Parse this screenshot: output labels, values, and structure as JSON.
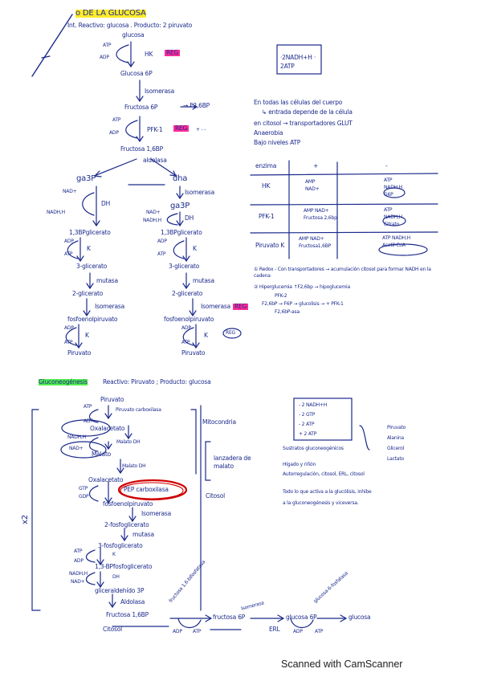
{
  "colors": {
    "ink": "#1b2a8c",
    "regulation_ink": "#d00000",
    "highlight_yellow": "#ffeb2a",
    "highlight_pink": "#ff2b9a",
    "highlight_green": "#52f04c"
  },
  "glycolysis": {
    "title": "o DE LA GLUCOSA",
    "summary": "Int. Reactivo: glucosa . Producto: 2 piruvato",
    "glucosa": "glucosa",
    "atp": "ATP",
    "adp": "ADP",
    "hk": "HK",
    "reg": "REG",
    "g6p": "Glucosa 6P",
    "isomerasa": "Isomerasa",
    "f6p": "Fructosa 6P",
    "f26bp_arrow": "→ F2,6BP",
    "pfk1": "PFK-1",
    "plus": "+ - -",
    "f16bp": "Fructosa 1,6BP",
    "aldolasa": "aldolasa",
    "ga3p": "ga3P",
    "dha": "dha",
    "nad": "NAD+",
    "nadh": "NADH,H",
    "dh": "DH",
    "isomerasa2": "Isomerasa",
    "nadh_h": "NADH,H",
    "bpg": "1,3BPglicerato",
    "bpg2": "1,3BPglicerato",
    "k": "K",
    "pg3": "3-glicerato",
    "pg3_2": "3-glicerato",
    "mutasa": "mutasa",
    "pg2": "2-glicerato",
    "pg2_2": "2-glicerato",
    "enolasa": "Isomerasa",
    "pep": "fosfoenolpiruvato",
    "pep2": "fosfoenolpiruvato",
    "piruvato": "Piruvato",
    "reg_circle": "REG",
    "yield_box": "·2NADH+H · 2ATP",
    "note1": "En todas las células del cuerpo",
    "note2": "↳ entrada depende de la célula",
    "note3": "en citosol → transportadores GLUT",
    "note4": "Anaerobia",
    "note5": "Bajo niveles ATP",
    "reg_table": {
      "headers": [
        "enzima",
        "+",
        "-"
      ],
      "rows": [
        {
          "enzyme": "HK",
          "activators": "AMP NAD+",
          "inhibitors": "ATP NADH,H G6P"
        },
        {
          "enzyme": "PFK-1",
          "activators": "AMP NAD+ Fructosa 2,6bp",
          "inhibitors": "ATP NADH,H Citrato"
        },
        {
          "enzyme": "Piruvato K",
          "activators": "AMP NAD+ Fructosa1,6BP",
          "inhibitors": "ATP NADH,H Acetil-CoA"
        }
      ]
    },
    "extra1": "① Redox - Con transportadores → acumulación citosol para formar NADH en la cadena",
    "extra2": "② Hiperglucemia ↑F2,6bp → hipoglucemia",
    "extra3": "PFK-2",
    "extra4": "F2,6bP → F6P → glucolisis → + PFK-1",
    "extra5": "F2,6bP-asa",
    "reg_pink": "REG"
  },
  "gluconeogenesis": {
    "title": "Gluconeogénesis",
    "summary": "Reactivo: Piruvato ; Producto: glucosa",
    "piruvato": "Piruvato",
    "pc": "Piruvato carboxilasa",
    "atp": "ATP",
    "adp": "ADP",
    "oxalacetato": "Oxalacetato",
    "nadh": "NADH,H",
    "nad": "NAD+",
    "malato_dh": "Malato DH",
    "malato": "Malato",
    "malato_dh2": "Malato DH",
    "oxalacetato2": "Oxalacetato",
    "gtp": "GTP",
    "gdp": "GDP",
    "pepck": "PEP carboxilasa",
    "pep": "fosfoenolpiruvato",
    "enolasa": "Isomerasa",
    "pg2": "2-fosfoglicerato",
    "mutasa": "mutasa",
    "pg3": "3-fosfoglicerato",
    "k": "K",
    "bpg": "1,3-BPfosfoglicerato",
    "dh": "DH",
    "g3p": "gliceraldehído 3P",
    "aldolasa": "Aldolasa",
    "f16bp": "Fructosa 1,6BP",
    "f6p": "fructosa 6P",
    "g6p": "glucosa 6P",
    "glucosa": "glucosa",
    "citosol": "Citosol",
    "erl": "ERL",
    "f16bpasa": "fructosa 1,6-bifosfatasa",
    "isomerasa": "Isomerasa",
    "g6pasa": "glucosa-6-fosfatasa",
    "mitocondria": "Mitocondria",
    "lanzadera": "lanzadera de malato",
    "citosol_label": "Citosol",
    "x2": "x2",
    "box": "- 2 NADH+H\n- 2 GTP\n- 2 ATP\n+ 2 ATP",
    "box_lines": [
      "- 2 NADH+H",
      "- 2 GTP",
      "- 2 ATP",
      "+ 2 ATP"
    ],
    "sustratos": "Sustratos gluconeogénicos",
    "list": [
      "Piruvato",
      "Alanina",
      "Glicerol",
      "Lactato"
    ],
    "higado": "Hígado y riñón",
    "higado2": "Autorregulación, citosol, ERL, citosol",
    "note1": "Todo lo que activa a la glucólisis, inhibe",
    "note2": "a la gluconeogénesis y viceversa."
  },
  "footer": "Scanned with CamScanner"
}
